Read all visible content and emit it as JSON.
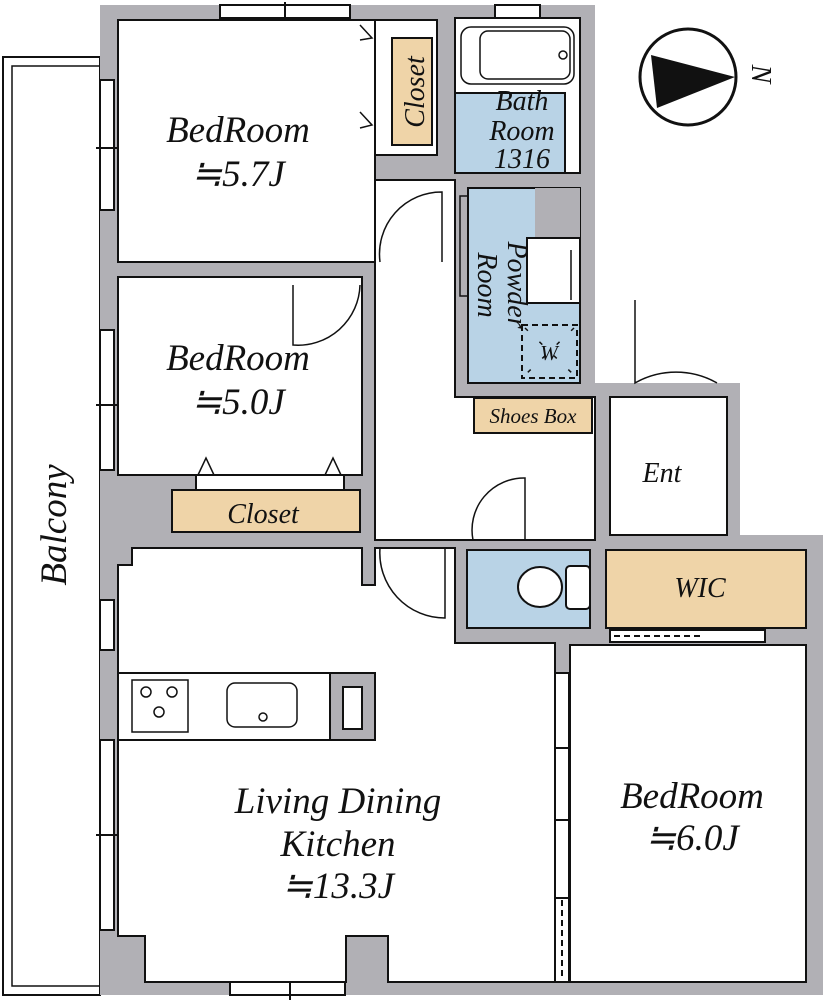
{
  "rooms": {
    "bedroom_1": {
      "name": "BedRoom",
      "size": "≒5.7J"
    },
    "bedroom_2": {
      "name": "BedRoom",
      "size": "≒5.0J"
    },
    "bedroom_3": {
      "name": "BedRoom",
      "size": "≒6.0J"
    },
    "closet_1": "Closet",
    "closet_2": "Closet",
    "bath": {
      "line1": "Bath",
      "line2": "Room",
      "line3": "1316"
    },
    "powder": {
      "line1": "Powder",
      "line2": "Room"
    },
    "washer": "W",
    "shoes_box": "Shoes Box",
    "entrance": "Ent",
    "wic": "WIC",
    "ldk": {
      "line1": "Living Dining",
      "line2": "Kitchen",
      "size": "≒13.3J"
    },
    "balcony": "Balcony"
  },
  "compass": {
    "label": "N"
  },
  "colors": {
    "wall": "#b1b0b5",
    "wet_area": "#b9d3e6",
    "storage": "#efd4a8"
  }
}
